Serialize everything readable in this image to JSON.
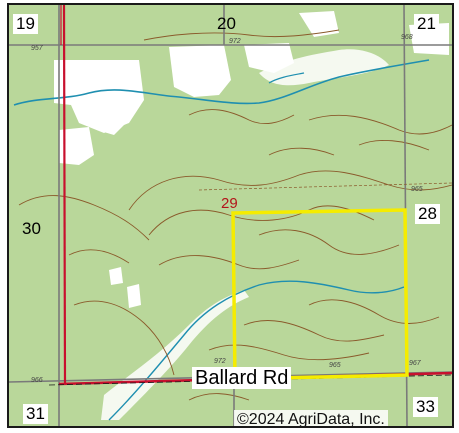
{
  "map": {
    "colors": {
      "land": "#b9d79a",
      "clearing": "#ffffff",
      "water": "#1f8fb0",
      "contour": "#8a5a2b",
      "section_line": "#7a7a7a",
      "road": "#c8102e",
      "parcel": "#f5ec00"
    },
    "sections": {
      "s19": "19",
      "s20": "20",
      "s21": "21",
      "s28": "28",
      "s29": "29",
      "s30": "30",
      "s31": "31",
      "s33": "33"
    },
    "road_name": "Ballard Rd",
    "copyright": "©2024 AgriData, Inc.",
    "elevations": {
      "e1": "957",
      "e2": "972",
      "e3": "968",
      "e4": "965",
      "e5": "967",
      "e6": "965",
      "e7": "966",
      "e8": "972"
    }
  }
}
